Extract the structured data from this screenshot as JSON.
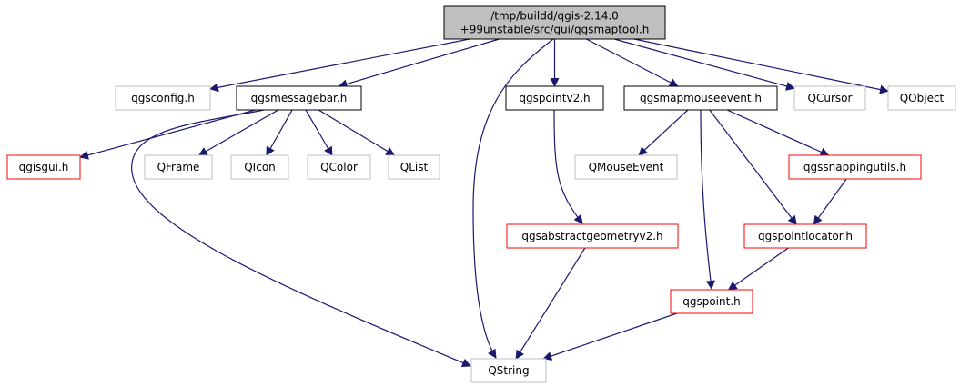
{
  "colors": {
    "edge": "#191970",
    "root_fill": "#bfbfbf",
    "border_default": "#000000",
    "border_external": "#bfbfbf",
    "border_partial": "#ff0000"
  },
  "nodes": {
    "root": {
      "lines": [
        "/tmp/buildd/qgis-2.14.0",
        "+99unstable/src/gui/qgsmaptool.h"
      ],
      "kind": "root"
    },
    "qgsconfig": {
      "lines": [
        "qgsconfig.h"
      ],
      "kind": "external"
    },
    "qgsmessagebar": {
      "lines": [
        "qgsmessagebar.h"
      ],
      "kind": "default"
    },
    "qgspointv2": {
      "lines": [
        "qgspointv2.h"
      ],
      "kind": "default"
    },
    "qgsmapmouseevent": {
      "lines": [
        "qgsmapmouseevent.h"
      ],
      "kind": "default"
    },
    "qcursor": {
      "lines": [
        "QCursor"
      ],
      "kind": "external"
    },
    "qobject": {
      "lines": [
        "QObject"
      ],
      "kind": "external"
    },
    "qgisgui": {
      "lines": [
        "qgisgui.h"
      ],
      "kind": "partial"
    },
    "qframe": {
      "lines": [
        "QFrame"
      ],
      "kind": "external"
    },
    "qicon": {
      "lines": [
        "QIcon"
      ],
      "kind": "external"
    },
    "qcolor": {
      "lines": [
        "QColor"
      ],
      "kind": "external"
    },
    "qlist": {
      "lines": [
        "QList"
      ],
      "kind": "external"
    },
    "qmouseevent": {
      "lines": [
        "QMouseEvent"
      ],
      "kind": "external"
    },
    "qgssnappingutils": {
      "lines": [
        "qgssnappingutils.h"
      ],
      "kind": "partial"
    },
    "qgsabstractgeometryv2": {
      "lines": [
        "qgsabstractgeometryv2.h"
      ],
      "kind": "partial"
    },
    "qgspointlocator": {
      "lines": [
        "qgspointlocator.h"
      ],
      "kind": "partial"
    },
    "qgspoint": {
      "lines": [
        "qgspoint.h"
      ],
      "kind": "partial"
    },
    "qstring": {
      "lines": [
        "QString"
      ],
      "kind": "external"
    }
  },
  "edges": [
    [
      "root",
      "qgsconfig"
    ],
    [
      "root",
      "qgsmessagebar"
    ],
    [
      "root",
      "qstring"
    ],
    [
      "root",
      "qgspointv2"
    ],
    [
      "root",
      "qgsmapmouseevent"
    ],
    [
      "root",
      "qcursor"
    ],
    [
      "root",
      "qobject"
    ],
    [
      "qgsmessagebar",
      "qgisgui"
    ],
    [
      "qgsmessagebar",
      "qframe"
    ],
    [
      "qgsmessagebar",
      "qicon"
    ],
    [
      "qgsmessagebar",
      "qcolor"
    ],
    [
      "qgsmessagebar",
      "qlist"
    ],
    [
      "qgsmessagebar",
      "qstring"
    ],
    [
      "qgspointv2",
      "qgsabstractgeometryv2"
    ],
    [
      "qgsmapmouseevent",
      "qmouseevent"
    ],
    [
      "qgsmapmouseevent",
      "qgssnappingutils"
    ],
    [
      "qgsmapmouseevent",
      "qgspointlocator"
    ],
    [
      "qgsmapmouseevent",
      "qgspoint"
    ],
    [
      "qgssnappingutils",
      "qgspointlocator"
    ],
    [
      "qgspointlocator",
      "qgspoint"
    ],
    [
      "qgsabstractgeometryv2",
      "qstring"
    ],
    [
      "qgspoint",
      "qstring"
    ]
  ]
}
